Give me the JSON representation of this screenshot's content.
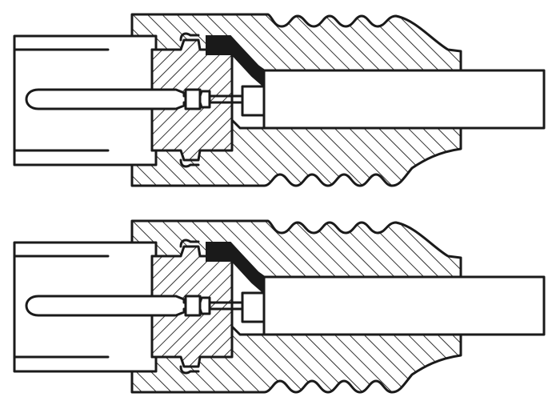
{
  "diagram": {
    "subject": "coaxial-connector-cross-section",
    "views": [
      {
        "id": "upper-view"
      },
      {
        "id": "lower-view"
      }
    ],
    "colors": {
      "ink": "#1a1a1a",
      "paper": "#ffffff"
    }
  }
}
